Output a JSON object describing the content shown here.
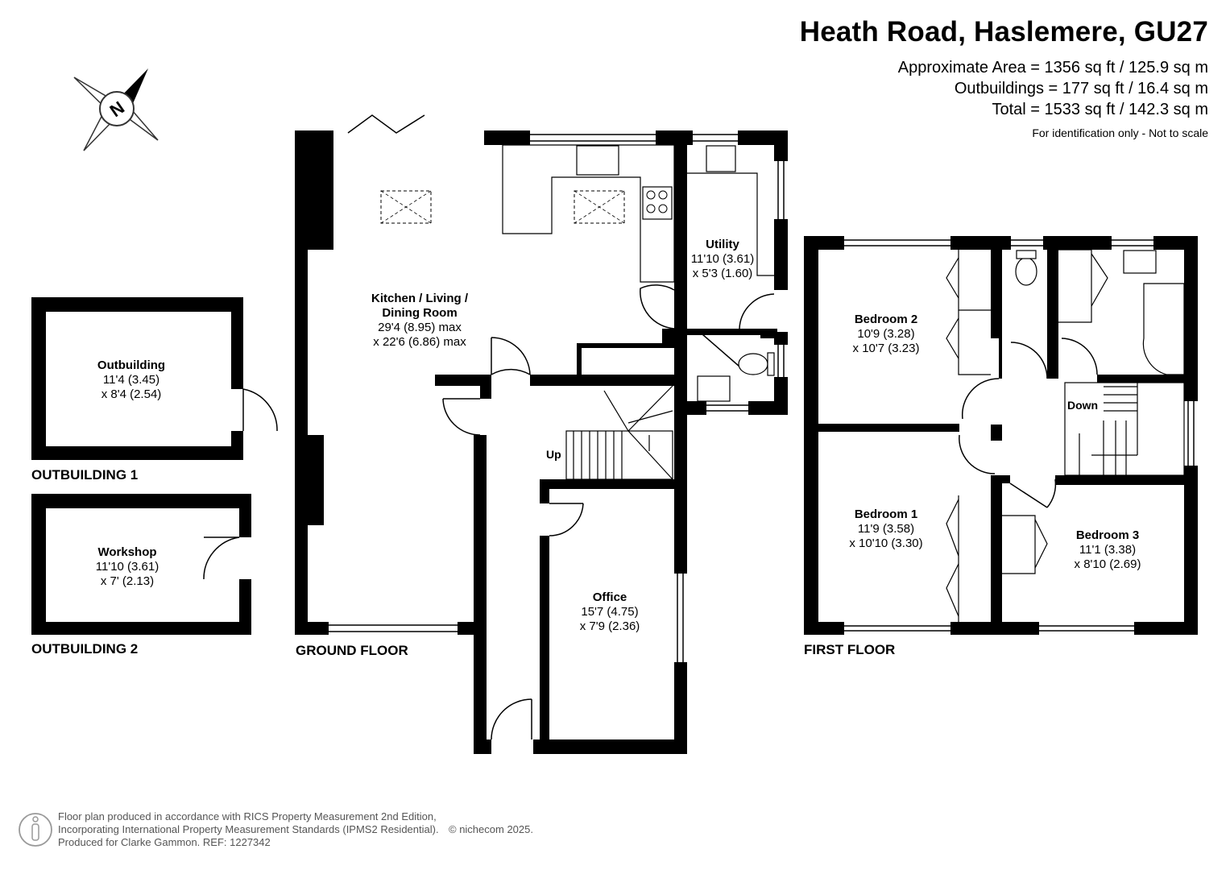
{
  "header": {
    "title": "Heath Road, Haslemere, GU27",
    "approx_area": "Approximate Area = 1356 sq ft / 125.9 sq m",
    "outbuildings_area": "Outbuildings = 177 sq ft / 16.4 sq m",
    "total_area": "Total = 1533 sq ft / 142.3 sq m",
    "note": "For identification only - Not to scale"
  },
  "compass": {
    "letter": "N",
    "icon": "compass-north-icon"
  },
  "floors": {
    "ground": "GROUND FLOOR",
    "first": "FIRST FLOOR",
    "outbuilding1": "OUTBUILDING 1",
    "outbuilding2": "OUTBUILDING 2"
  },
  "rooms": {
    "kitchen": {
      "name1": "Kitchen / Living /",
      "name2": "Dining Room",
      "dim1": "29'4 (8.95) max",
      "dim2": "x 22'6 (6.86) max"
    },
    "utility": {
      "name": "Utility",
      "dim1": "11'10 (3.61)",
      "dim2": "x 5'3 (1.60)"
    },
    "office": {
      "name": "Office",
      "dim1": "15'7 (4.75)",
      "dim2": "x 7'9 (2.36)"
    },
    "outbuilding": {
      "name": "Outbuilding",
      "dim1": "11'4 (3.45)",
      "dim2": "x 8'4 (2.54)"
    },
    "workshop": {
      "name": "Workshop",
      "dim1": "11'10 (3.61)",
      "dim2": "x 7' (2.13)"
    },
    "bedroom2": {
      "name": "Bedroom 2",
      "dim1": "10'9 (3.28)",
      "dim2": "x 10'7 (3.23)"
    },
    "bedroom1": {
      "name": "Bedroom 1",
      "dim1": "11'9 (3.58)",
      "dim2": "x 10'10 (3.30)"
    },
    "bedroom3": {
      "name": "Bedroom 3",
      "dim1": "11'1 (3.38)",
      "dim2": "x 8'10 (2.69)"
    }
  },
  "stairs": {
    "up": "Up",
    "down": "Down"
  },
  "footer": {
    "line1": "Floor plan produced in accordance with RICS Property Measurement 2nd Edition,",
    "line2": "Incorporating International Property Measurement Standards (IPMS2 Residential).",
    "line3": "Produced for Clarke Gammon.   REF:  1227342",
    "copyright": "© nichecom 2025.",
    "icon": "person-info-icon"
  }
}
